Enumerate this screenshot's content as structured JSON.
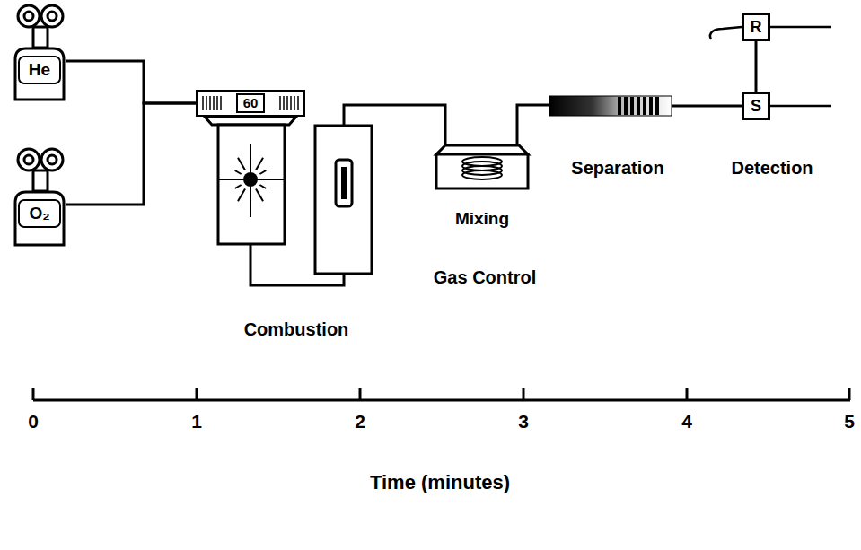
{
  "diagram": {
    "nodes": [
      {
        "text": [
          "He"
        ]
      },
      {
        "text": [
          "O₂"
        ]
      },
      {
        "text": [
          "60"
        ]
      },
      {
        "text": [
          "R"
        ]
      },
      {
        "text": [
          "S"
        ]
      }
    ],
    "edges": [
      {
        "from": 0,
        "to": 2,
        "arrow": "none"
      },
      {
        "from": 1,
        "to": 2,
        "arrow": "none"
      },
      {
        "from": 3,
        "to": 4,
        "arrow": "none"
      }
    ],
    "labels": [
      "Separation",
      "Detection",
      "Mixing",
      "Gas Control",
      "Combustion",
      "0",
      "1",
      "2",
      "3",
      "4",
      "5",
      "Time (minutes)"
    ]
  }
}
